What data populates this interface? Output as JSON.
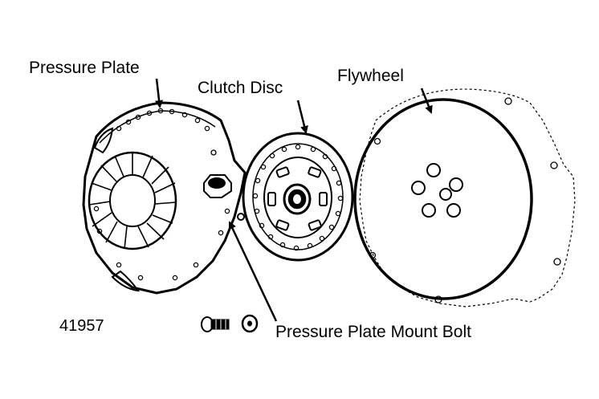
{
  "labels": {
    "pressure_plate": "Pressure Plate",
    "clutch_disc": "Clutch Disc",
    "flywheel": "Flywheel",
    "mount_bolt": "Pressure Plate Mount Bolt",
    "figure_number": "41957"
  },
  "colors": {
    "ink": "#000000",
    "background": "#ffffff"
  }
}
